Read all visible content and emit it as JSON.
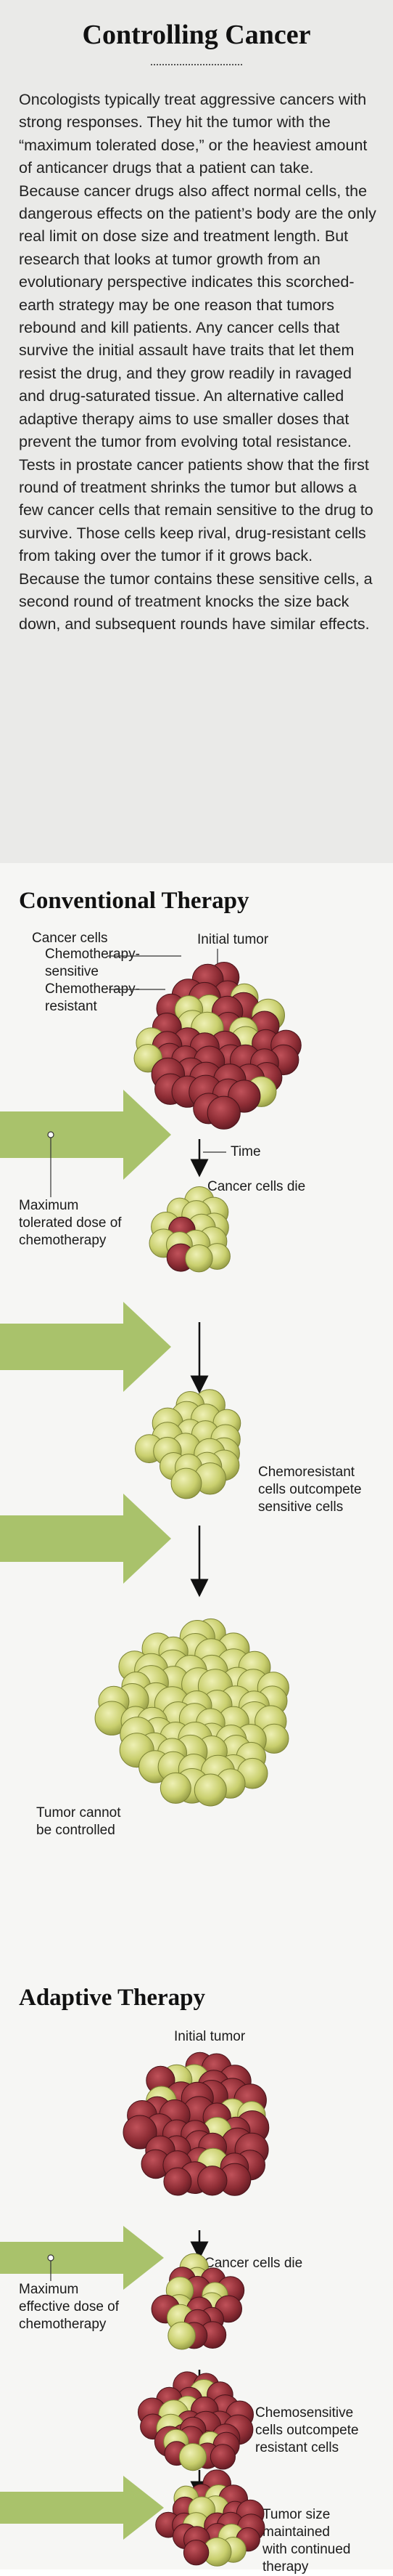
{
  "title": "Controlling Cancer",
  "intro": "Oncologists typically treat aggressive cancers with strong responses. They hit the tumor with the “maximum tolerated dose,” or the heaviest amount of anticancer drugs that a patient can take. Because cancer drugs also affect normal cells, the dangerous effects on the patient’s body are the only real limit on dose size and treatment length. But research that looks at tumor growth from an evolutionary perspective indicates this scorched-earth strategy may be one reason that tumors rebound and kill patients. Any cancer cells that survive the initial assault have traits that let them resist the drug, and they grow readily in ravaged and drug-saturated tissue. An alternative called adaptive therapy aims to use smaller doses that prevent the tumor from evolving total resistance. Tests in prostate cancer patients show that the first round of treatment shrinks the tumor but allows a few cancer cells that remain sensitive to the drug to survive. Those cells keep rival, drug-resistant cells from taking over the tumor if it grows back. Because the tumor contains these sensitive cells, a second round of treatment knocks the size back down, and subsequent rounds have similar effects.",
  "conventional": {
    "title": "Conventional Therapy",
    "labels": {
      "cancer_cells": "Cancer cells",
      "sensitive": "Chemotherapy-\nsensitive",
      "resistant": "Chemotherapy-\nresistant",
      "initial": "Initial tumor",
      "time": "Time",
      "die": "Cancer cells die",
      "dose": "Maximum\ntolerated dose of\nchemotherapy",
      "outcompete": "Chemoresistant\ncells outcompete\nsensitive cells",
      "uncontrolled": "Tumor cannot\nbe controlled"
    }
  },
  "adaptive": {
    "title": "Adaptive Therapy",
    "labels": {
      "initial": "Initial tumor",
      "die": "Cancer cells die",
      "dose": "Maximum\neffective dose of\nchemotherapy",
      "outcompete": "Chemosensitive\ncells outcompete\nresistant cells",
      "maintained": "Tumor size\nmaintained\nwith continued\ntherapy"
    }
  },
  "colors": {
    "sensitive_cell": "#8e2d35",
    "resistant_cell": "#c9cf6e",
    "arrow_green": "#a9c26b",
    "background": "#f1f1ef"
  }
}
